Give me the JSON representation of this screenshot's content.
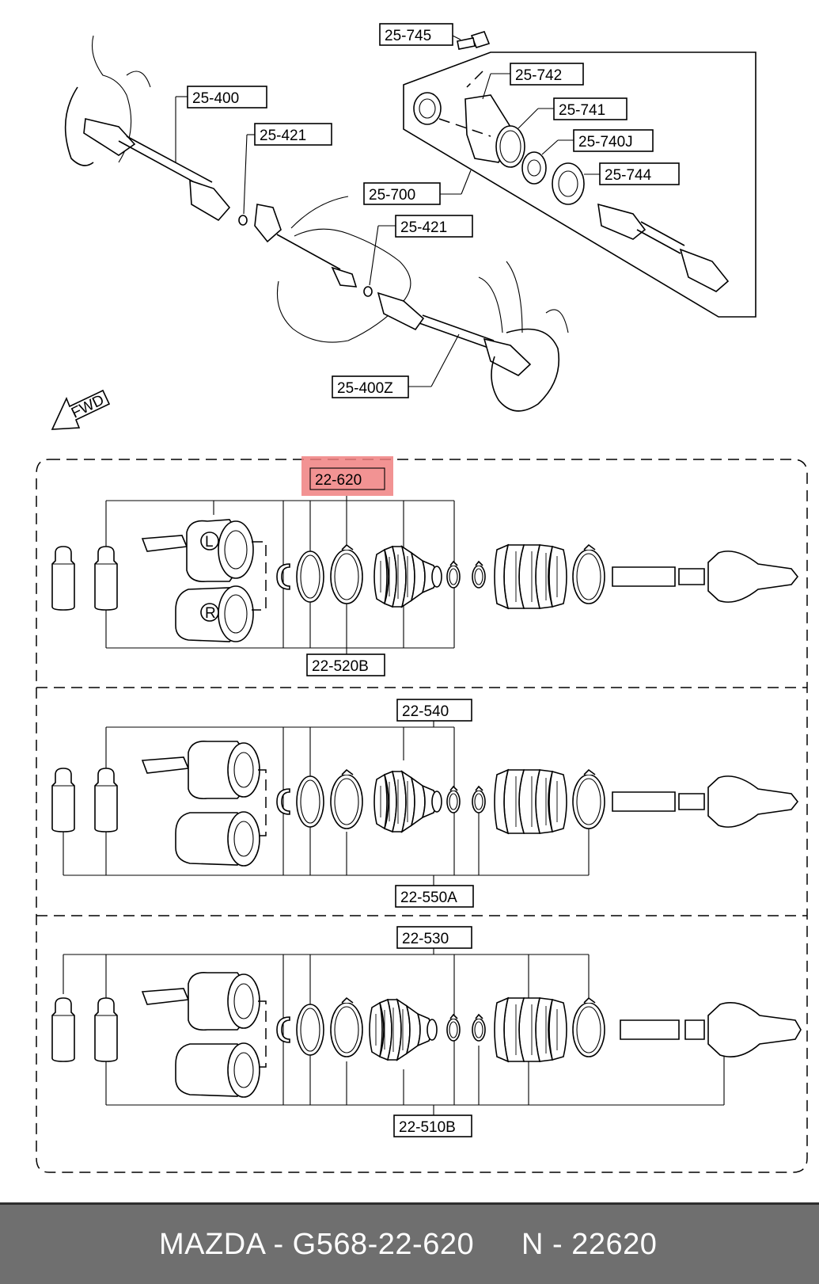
{
  "diagram": {
    "upper_labels": [
      "25-745",
      "25-742",
      "25-741",
      "25-740J",
      "25-744",
      "25-400",
      "25-421",
      "25-700",
      "25-421",
      "25-400Z"
    ],
    "fwd_label": "FWD",
    "highlight_label": "22-620",
    "panel1": {
      "bottom_label": "22-520B",
      "joint_left": "L",
      "joint_right": "R"
    },
    "panel2": {
      "top_label": "22-540",
      "bottom_label": "22-550A"
    },
    "panel3": {
      "top_label": "22-530",
      "bottom_label": "22-510B"
    },
    "highlight_color": "#f08080"
  },
  "footer": {
    "text_left": "MAZDA - G568-22-620",
    "text_right": "N - 22620",
    "background": "#6f6f6f"
  }
}
